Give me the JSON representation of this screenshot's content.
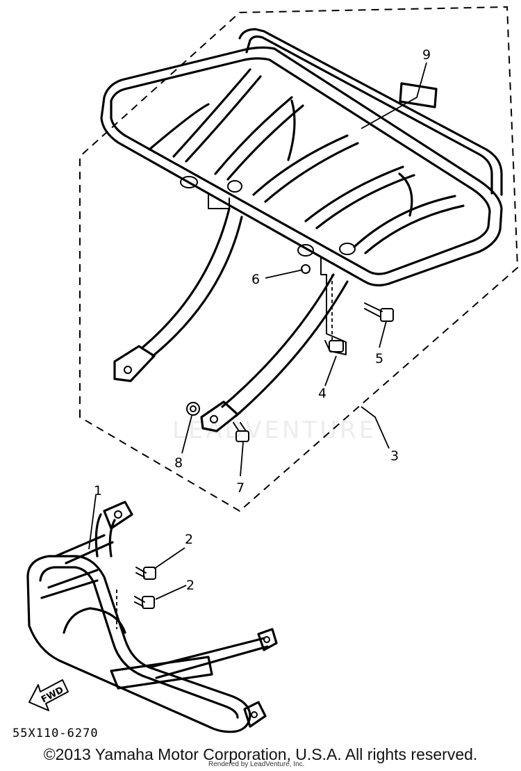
{
  "diagram": {
    "watermark": "LEADVENTURE",
    "callouts": [
      {
        "id": "1",
        "label": "1"
      },
      {
        "id": "2a",
        "label": "2"
      },
      {
        "id": "2b",
        "label": "2"
      },
      {
        "id": "3",
        "label": "3"
      },
      {
        "id": "4",
        "label": "4"
      },
      {
        "id": "5",
        "label": "5"
      },
      {
        "id": "6",
        "label": "6"
      },
      {
        "id": "7",
        "label": "7"
      },
      {
        "id": "8",
        "label": "8"
      },
      {
        "id": "9",
        "label": "9"
      }
    ],
    "fwd_label": "FWD",
    "part_code": "55X110-6270"
  },
  "footer": {
    "copyright": "©2013 Yamaha Motor Corporation, U.S.A. All rights reserved.",
    "rendered_by": "Rendered by LeadVenture, Inc."
  }
}
